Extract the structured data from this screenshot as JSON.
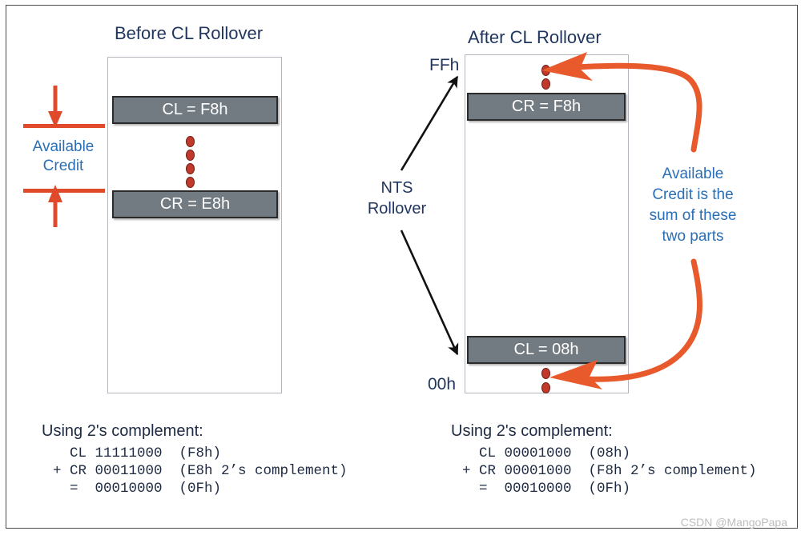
{
  "figure": {
    "watermark": "CSDN @MangoPapa",
    "colors": {
      "navy_text": "#21365f",
      "blue_text": "#2a6fb5",
      "orange": "#e04a2b",
      "grey_bar": "#737b82",
      "dot_red": "#c0392b",
      "box_border": "#b2b7bd"
    }
  },
  "left_panel": {
    "title": "Before CL Rollover",
    "bars": [
      {
        "label": "CL = F8h"
      },
      {
        "label": "CR = E8h"
      }
    ],
    "dot_count": 4,
    "bracket_label_line1": "Available",
    "bracket_label_line2": "Credit",
    "code": {
      "heading": "Using 2's complement:",
      "lines": [
        "  CL 11111000  (F8h)",
        "+ CR 00011000  (E8h 2’s complement)",
        "  =  00010000  (0Fh)"
      ]
    }
  },
  "right_panel": {
    "title": "After CL Rollover",
    "axis_top_label": "FFh",
    "axis_bottom_label": "00h",
    "rollover_label_line1": "NTS",
    "rollover_label_line2": "Rollover",
    "bars": [
      {
        "label": "CR = F8h"
      },
      {
        "label": "CL = 08h"
      }
    ],
    "top_dot_count": 2,
    "bottom_dot_count": 2,
    "annotation_lines": [
      "Available",
      "Credit is the",
      "sum of these",
      "two parts"
    ],
    "code": {
      "heading": "Using 2's complement:",
      "lines": [
        "  CL 00001000  (08h)",
        "+ CR 00001000  (F8h 2’s complement)",
        "  =  00010000  (0Fh)"
      ]
    }
  }
}
